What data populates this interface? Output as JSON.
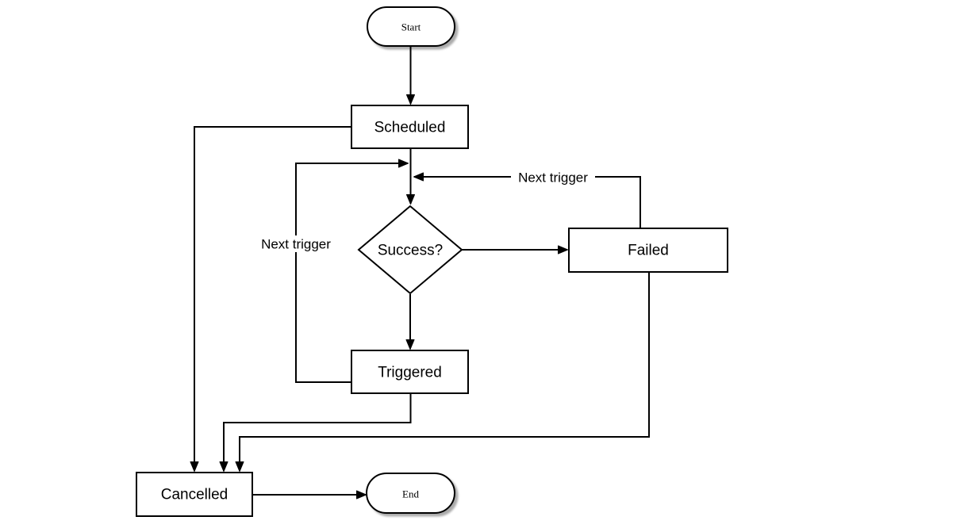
{
  "diagram": {
    "type": "flowchart",
    "colors": {
      "background": "#ffffff",
      "shape_fill": "#ffffff",
      "stroke": "#000000",
      "text": "#000000",
      "terminal_shadow": "#a8a8a8"
    },
    "nodes": {
      "start": {
        "label": "Start",
        "shape": "stadium"
      },
      "scheduled": {
        "label": "Scheduled",
        "shape": "rectangle"
      },
      "success": {
        "label": "Success?",
        "shape": "diamond"
      },
      "failed": {
        "label": "Failed",
        "shape": "rectangle"
      },
      "triggered": {
        "label": "Triggered",
        "shape": "rectangle"
      },
      "cancelled": {
        "label": "Cancelled",
        "shape": "rectangle"
      },
      "end": {
        "label": "End",
        "shape": "stadium"
      }
    },
    "edges": [
      {
        "from": "start",
        "to": "scheduled",
        "label": ""
      },
      {
        "from": "scheduled",
        "to": "success",
        "label": ""
      },
      {
        "from": "success",
        "to": "failed",
        "label": ""
      },
      {
        "from": "success",
        "to": "triggered",
        "label": ""
      },
      {
        "from": "failed",
        "to": "success",
        "label": "Next trigger"
      },
      {
        "from": "triggered",
        "to": "success",
        "label": "Next trigger"
      },
      {
        "from": "scheduled",
        "to": "cancelled",
        "label": ""
      },
      {
        "from": "triggered",
        "to": "cancelled",
        "label": ""
      },
      {
        "from": "failed",
        "to": "cancelled",
        "label": ""
      },
      {
        "from": "cancelled",
        "to": "end",
        "label": ""
      }
    ]
  }
}
